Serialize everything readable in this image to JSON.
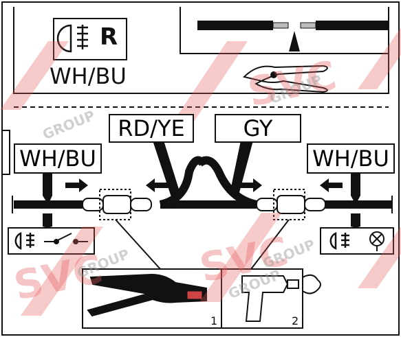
{
  "top_panel": {
    "label": "WH/BU",
    "symbol_letter": "R"
  },
  "wires": {
    "left_label": "WH/BU",
    "right_label": "WH/BU",
    "branch_left_label": "RD/YE",
    "branch_right_label": "GY"
  },
  "tools": {
    "step1_number": "1",
    "step2_number": "2"
  },
  "watermark": {
    "brand": "SVC",
    "group": "GROUP",
    "brand_color": "#e65a5a"
  },
  "icons": [
    "headlight-icon",
    "switch-icon",
    "lamp-icon",
    "wire-cutter-icon",
    "crimping-tool-icon",
    "heat-gun-icon"
  ]
}
